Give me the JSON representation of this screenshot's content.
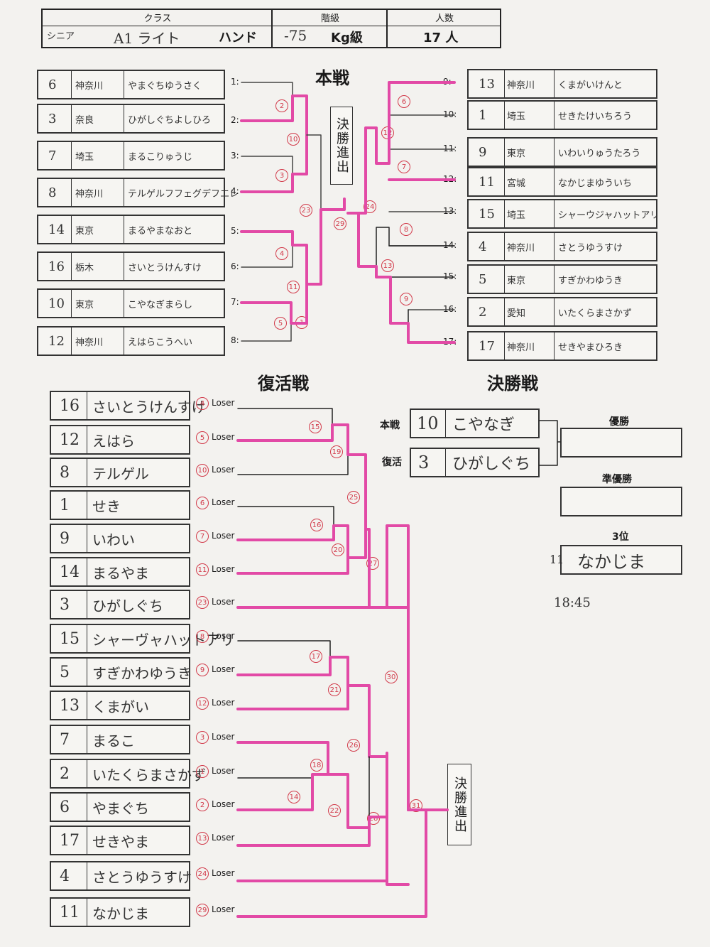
{
  "header": {
    "class_label": "クラス",
    "rank_label": "階級",
    "count_label": "人数",
    "class_prefix": "シニア",
    "class_value": "A1 ライト",
    "class_hand": "ハンド",
    "weight_value": "-75",
    "weight_unit": "Kg級",
    "count_value": "17 人"
  },
  "main": {
    "title": "本戦",
    "slots": [
      "1:",
      "2:",
      "3:",
      "4:",
      "5:",
      "6:",
      "7:",
      "8:",
      "9:",
      "10:",
      "11:",
      "12:",
      "13:",
      "14:",
      "15:",
      "16:",
      "17:"
    ],
    "final_box": "決勝進出",
    "left_entries": [
      {
        "no": "6",
        "pref": "神奈川",
        "name": "やまぐちゆうさく"
      },
      {
        "no": "3",
        "pref": "奈良",
        "name": "ひがしぐちよしひろ"
      },
      {
        "no": "7",
        "pref": "埼玉",
        "name": "まるこりゅうじ"
      },
      {
        "no": "8",
        "pref": "神奈川",
        "name": "テルゲルフフェグデフエレ"
      },
      {
        "no": "14",
        "pref": "東京",
        "name": "まるやまなおと"
      },
      {
        "no": "16",
        "pref": "栃木",
        "name": "さいとうけんすけ"
      },
      {
        "no": "10",
        "pref": "東京",
        "name": "こやなぎまらし"
      },
      {
        "no": "12",
        "pref": "神奈川",
        "name": "えはらこうへい"
      }
    ],
    "right_entries": [
      {
        "no": "13",
        "pref": "神奈川",
        "name": "くまがいけんと"
      },
      {
        "no": "1",
        "pref": "埼玉",
        "name": "せきたけいちろう"
      },
      {
        "no": "9",
        "pref": "東京",
        "name": "いわいりゅうたろう"
      },
      {
        "no": "11",
        "pref": "宮城",
        "name": "なかじまゆういち"
      },
      {
        "no": "15",
        "pref": "埼玉",
        "name": "シャーウジャハットアリ"
      },
      {
        "no": "4",
        "pref": "神奈川",
        "name": "さとうゆうすけ"
      },
      {
        "no": "5",
        "pref": "東京",
        "name": "すぎかわゆうき"
      },
      {
        "no": "2",
        "pref": "愛知",
        "name": "いたくらまさかず"
      },
      {
        "no": "17",
        "pref": "神奈川",
        "name": "せきやまひろき"
      }
    ],
    "match_nums": [
      "1",
      "2",
      "3",
      "4",
      "5",
      "6",
      "7",
      "8",
      "9",
      "10",
      "11",
      "12",
      "13",
      "23",
      "24",
      "29"
    ]
  },
  "repechage": {
    "title": "復活戦",
    "loser_label": "Loser",
    "entries": [
      {
        "no": "16",
        "name": "さいとうけんすけ",
        "from": "4"
      },
      {
        "no": "12",
        "name": "えはら",
        "from": "5"
      },
      {
        "no": "8",
        "name": "テルゲル",
        "from": "10"
      },
      {
        "no": "1",
        "name": "せき",
        "from": "6"
      },
      {
        "no": "9",
        "name": "いわい",
        "from": "7"
      },
      {
        "no": "14",
        "name": "まるやま",
        "from": "11"
      },
      {
        "no": "3",
        "name": "ひがしぐち",
        "from": "23"
      },
      {
        "no": "15",
        "name": "シャーヴャハットアリ",
        "from": "8"
      },
      {
        "no": "5",
        "name": "すぎかわゆうき",
        "from": "9"
      },
      {
        "no": "13",
        "name": "くまがい",
        "from": "12"
      },
      {
        "no": "7",
        "name": "まるこ",
        "from": "3"
      },
      {
        "no": "2",
        "name": "いたくらまさかず",
        "from": "1"
      },
      {
        "no": "6",
        "name": "やまぐち",
        "from": "2"
      },
      {
        "no": "17",
        "name": "せきやま",
        "from": "13"
      },
      {
        "no": "4",
        "name": "さとうゆうすけ",
        "from": "24"
      },
      {
        "no": "11",
        "name": "なかじま",
        "from": "29"
      }
    ],
    "match_nums": [
      "14",
      "15",
      "16",
      "17",
      "18",
      "19",
      "20",
      "21",
      "22",
      "25",
      "26",
      "27",
      "28",
      "30",
      "31"
    ],
    "final_box": "決勝進出"
  },
  "final": {
    "title": "決勝戦",
    "main_label": "本戦",
    "rep_label": "復活",
    "main_no": "10",
    "main_name": "こやなぎ",
    "rep_no": "3",
    "rep_name": "ひがしぐち",
    "winner_label": "優勝",
    "runner_label": "準優勝",
    "third_label": "3位",
    "third_no": "11",
    "third_name": "なかじま",
    "time_note": "18:45"
  }
}
